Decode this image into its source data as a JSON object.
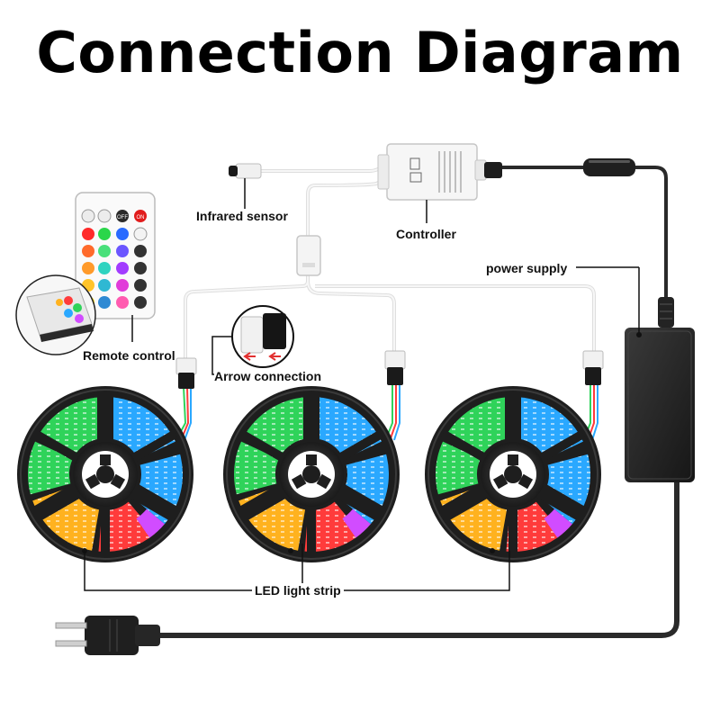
{
  "title": "Connection Diagram",
  "labels": {
    "infrared_sensor": "Infrared sensor",
    "controller": "Controller",
    "power_supply": "power supply",
    "remote_control": "Remote control",
    "arrow_connection": "Arrow connection",
    "led_light_strip": "LED light strip"
  },
  "remote_buttons": {
    "top_row": [
      "",
      "",
      "OFF",
      "ON"
    ]
  },
  "colors": {
    "cable_black": "#2a2a2a",
    "cable_white": "#f2f2f2",
    "adapter": "#222222",
    "strip_red": "#ff3b3b",
    "strip_orange": "#ffb21f",
    "strip_green": "#2fd35a",
    "strip_blue": "#2aa8ff",
    "strip_magenta": "#d14cff"
  }
}
